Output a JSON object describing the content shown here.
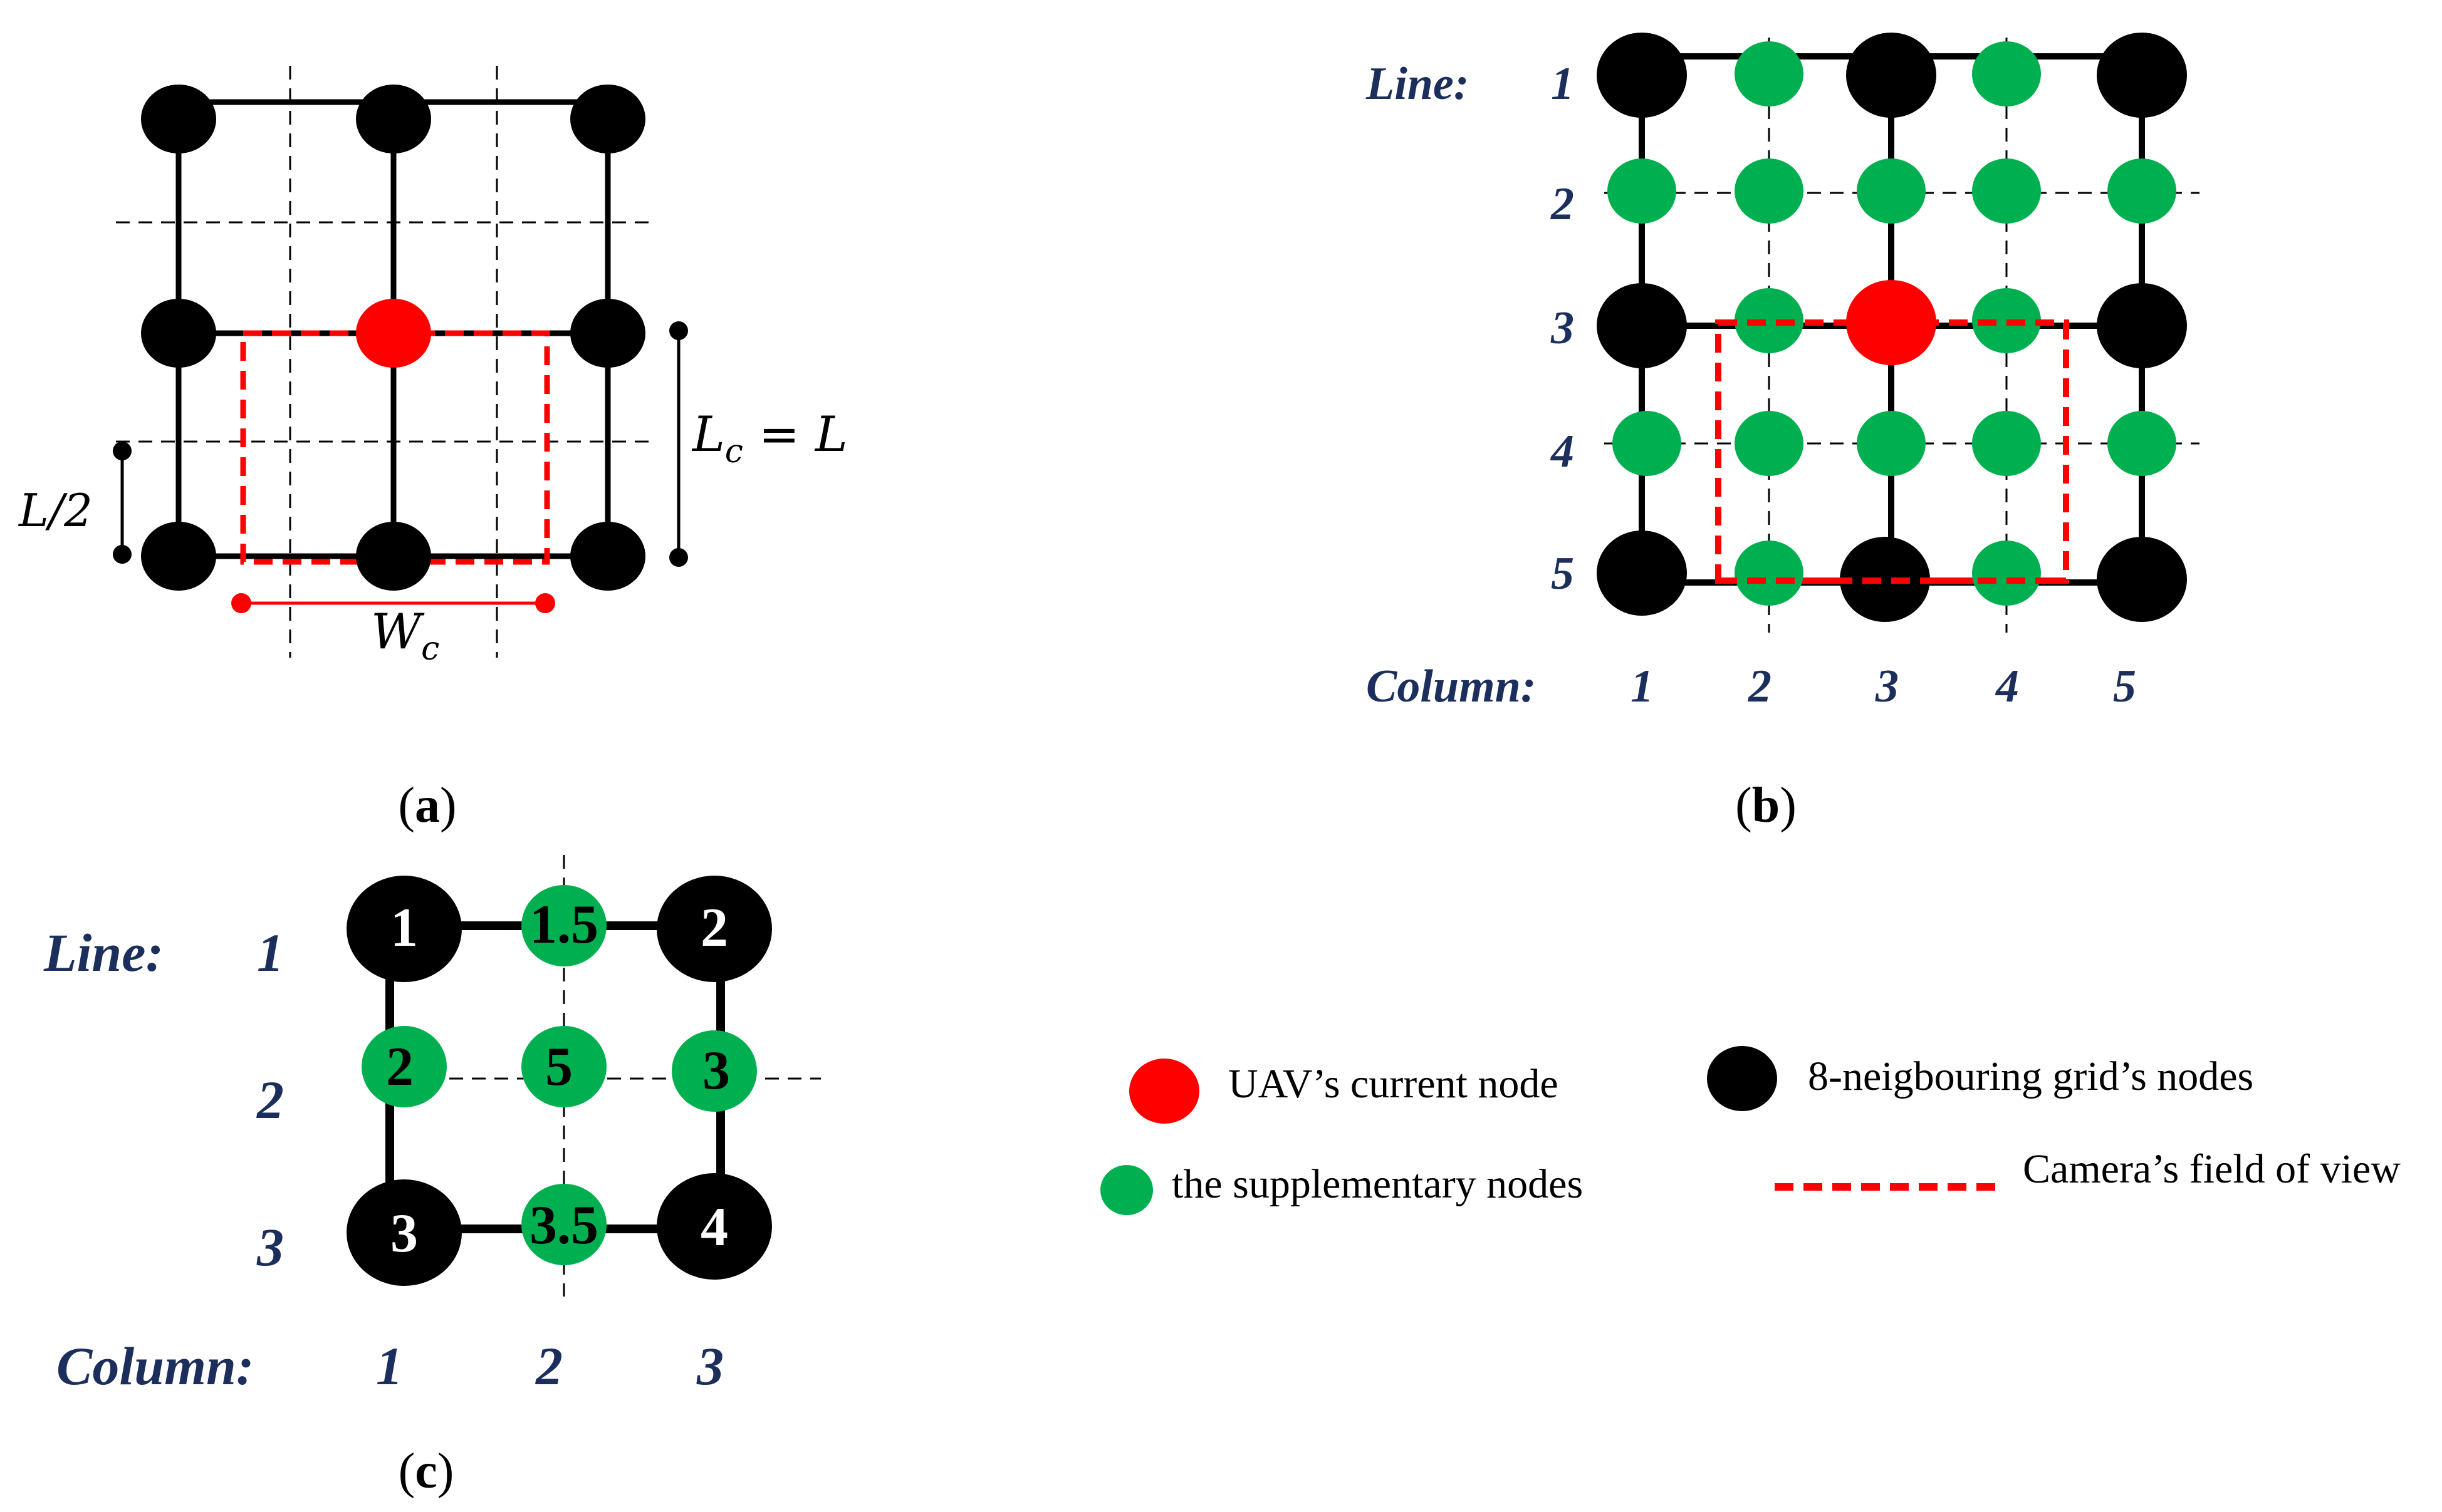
{
  "colors": {
    "current_node": "#ff0000",
    "neighbour_node": "#000000",
    "supplementary_node": "#00b050",
    "field_of_view": "#ff0000",
    "label_text": "#1c2f5c"
  },
  "panel_a": {
    "caption": {
      "open": "(",
      "letter": "a",
      "close": ")"
    },
    "lc_label": {
      "main": "L",
      "sub": "c",
      "eq": " = ",
      "rhs": "L"
    },
    "half_label": "L/2",
    "wc_label": {
      "main": "W",
      "sub": "c"
    }
  },
  "panel_b": {
    "caption": {
      "open": "(",
      "letter": "b",
      "close": ")"
    },
    "line_heading": "Line:",
    "column_heading": "Column:",
    "line_numbers": [
      "1",
      "2",
      "3",
      "4",
      "5"
    ],
    "column_numbers": [
      "1",
      "2",
      "3",
      "4",
      "5"
    ]
  },
  "panel_c": {
    "caption": {
      "open": "(",
      "letter": "c",
      "close": ")"
    },
    "line_heading": "Line:",
    "column_heading": "Column:",
    "line_numbers": [
      "1",
      "2",
      "3"
    ],
    "column_numbers": [
      "1",
      "2",
      "3"
    ],
    "node_labels": {
      "r1c1": "1",
      "r1c2": "1.5",
      "r1c3": "2",
      "r2c1": "2",
      "r2c2": "5",
      "r2c3": "3",
      "r3c1": "3",
      "r3c2": "3.5",
      "r3c3": "4"
    }
  },
  "legend": {
    "current_node": "UAV’s current node",
    "neighbour_nodes": "8-neigbouring grid’s nodes",
    "supplementary_nodes": "the supplementary nodes",
    "field_of_view": "Camera’s field of view"
  }
}
